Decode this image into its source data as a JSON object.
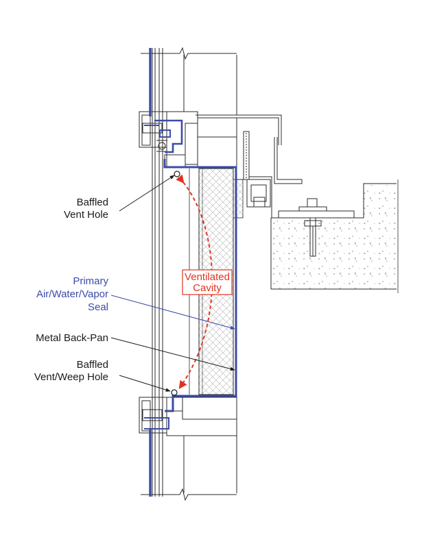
{
  "labels": {
    "baffled_vent_hole": [
      "Baffled",
      "Vent Hole"
    ],
    "primary_seal": [
      "Primary",
      "Air/Water/Vapor",
      "Seal"
    ],
    "metal_back_pan": "Metal Back-Pan",
    "baffled_vent_weep_hole": [
      "Baffled",
      "Vent/Weep Hole"
    ],
    "ventilated_cavity": [
      "Ventilated",
      "Cavity"
    ]
  },
  "colors": {
    "seal_blue": "#3b4ba6",
    "cavity_red": "#e0321e",
    "linework": "#2a2a2a"
  }
}
